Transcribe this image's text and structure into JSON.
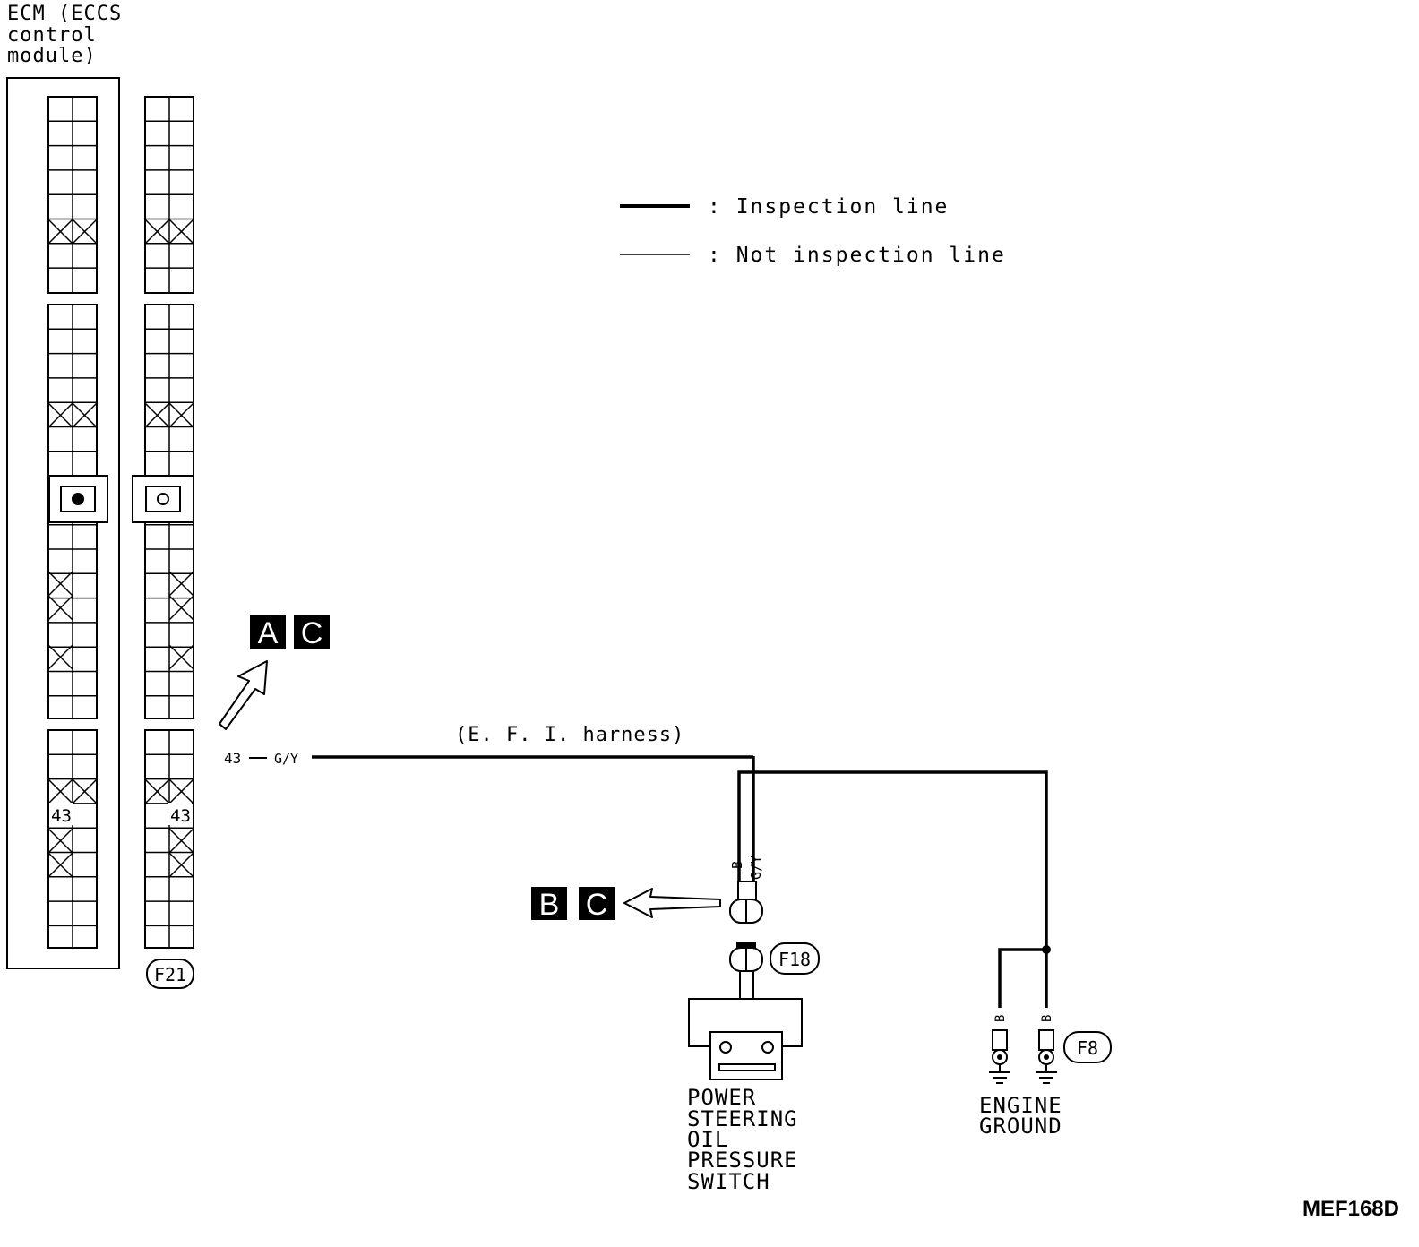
{
  "ecm": {
    "title_lines": [
      "ECM (ECCS",
      "control",
      "module)"
    ],
    "pin_label_left": "43",
    "pin_label_right": "43",
    "connector_id": "F21"
  },
  "legend": {
    "inspection_line": ": Inspection line",
    "not_inspection_line": ": Not inspection line"
  },
  "markers": {
    "top": [
      "A",
      "C"
    ],
    "middle": [
      "B",
      "C"
    ]
  },
  "harness": {
    "label": "(E. F. I. harness)",
    "terminal_label": "43",
    "wire_color_main": "G/Y",
    "wire_color_b": "B",
    "wire_color_gy": "G/Y",
    "ground_wire_left": "B",
    "ground_wire_right": "B"
  },
  "switch": {
    "connector_id": "F18",
    "name_lines": [
      "POWER",
      "STEERING",
      "OIL",
      "PRESSURE",
      "SWITCH"
    ]
  },
  "ground": {
    "connector_id": "F8",
    "name_lines": [
      "ENGINE",
      "GROUND"
    ]
  },
  "figure_id": "MEF168D"
}
